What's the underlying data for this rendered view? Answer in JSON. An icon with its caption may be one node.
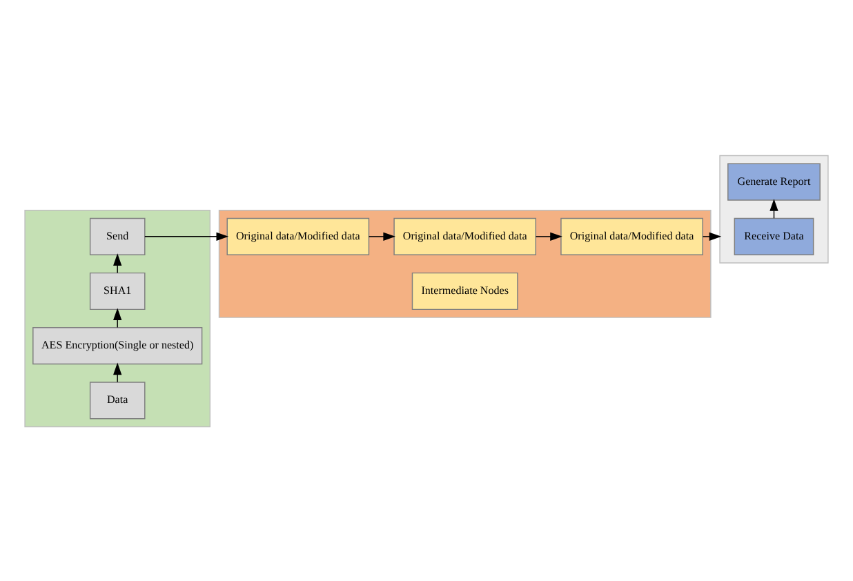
{
  "diagram": {
    "nodes": [
      {
        "text": [],
        "shape": "box"
      },
      {
        "text": [
          "Data"
        ],
        "in": 0
      },
      {
        "text": [
          "AES Encryption(Single or nested)"
        ],
        "in": 0
      },
      {
        "text": [
          "SHA1"
        ],
        "in": 0
      },
      {
        "text": [
          "Send"
        ],
        "in": 0
      },
      {
        "text": [],
        "shape": "box"
      },
      {
        "text": [
          "Intermediate Nodes"
        ],
        "in": 5
      },
      {
        "text": [
          "Original data/Modified data"
        ],
        "in": 5
      },
      {
        "text": [
          "Original data/Modified data"
        ],
        "in": 5
      },
      {
        "text": [
          "Original data/Modified data"
        ],
        "in": 5
      },
      {
        "text": [],
        "shape": "box"
      },
      {
        "text": [
          "Receive Data"
        ],
        "in": 10
      },
      {
        "text": [
          "Generate Report"
        ],
        "in": 10
      }
    ],
    "edges": [
      {
        "from": 1,
        "to": 2,
        "arrow": "to"
      },
      {
        "from": 2,
        "to": 3,
        "arrow": "to"
      },
      {
        "from": 3,
        "to": 4,
        "arrow": "to"
      },
      {
        "from": 4,
        "to": 7,
        "arrow": "to"
      },
      {
        "from": 7,
        "to": 8,
        "arrow": "to"
      },
      {
        "from": 8,
        "to": 9,
        "arrow": "to"
      },
      {
        "from": 9,
        "to": 10,
        "arrow": "to"
      },
      {
        "from": 11,
        "to": 12,
        "arrow": "to"
      }
    ]
  }
}
